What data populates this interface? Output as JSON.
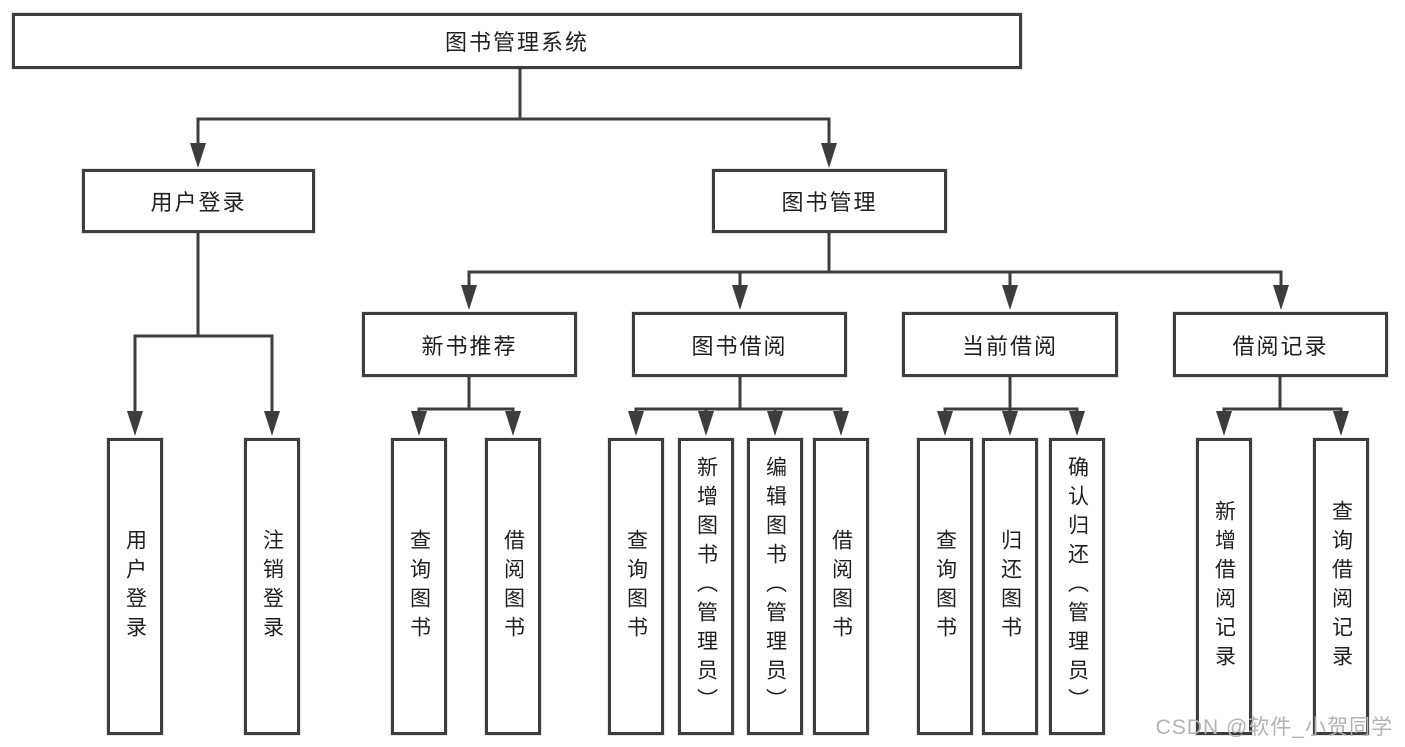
{
  "title": "图书管理系统",
  "tree": {
    "label": "图书管理系统",
    "children": [
      {
        "label": "用户登录",
        "children": [
          {
            "label": "用户登录"
          },
          {
            "label": "注销登录"
          }
        ]
      },
      {
        "label": "图书管理",
        "children": [
          {
            "label": "新书推荐",
            "children": [
              {
                "label": "查询图书"
              },
              {
                "label": "借阅图书"
              }
            ]
          },
          {
            "label": "图书借阅",
            "children": [
              {
                "label": "查询图书"
              },
              {
                "label": "新增图书（管理员）"
              },
              {
                "label": "编辑图书（管理员）"
              },
              {
                "label": "借阅图书"
              }
            ]
          },
          {
            "label": "当前借阅",
            "children": [
              {
                "label": "查询图书"
              },
              {
                "label": "归还图书"
              },
              {
                "label": "确认归还（管理员）"
              }
            ]
          },
          {
            "label": "借阅记录",
            "children": [
              {
                "label": "新增借阅记录"
              },
              {
                "label": "查询借阅记录"
              }
            ]
          }
        ]
      }
    ]
  },
  "watermark": "CSDN @软件_小贺同学",
  "colors": {
    "line": "#3d3d3d",
    "text": "#1f1f1f",
    "watermark": "#b3b3b3",
    "background": "#ffffff"
  }
}
